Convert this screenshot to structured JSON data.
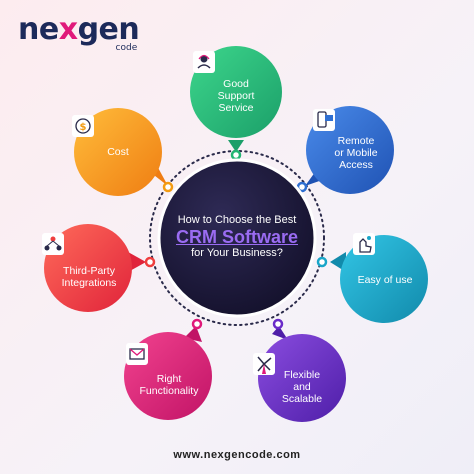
{
  "logo": {
    "main": "nexgen",
    "sub": "code"
  },
  "center": {
    "line1": "How to Choose the Best",
    "line2": "CRM Software",
    "line3": "for Your Business?"
  },
  "nodes": [
    {
      "lines": [
        "Good",
        "Support",
        "Service"
      ],
      "icon": "support-icon",
      "color": "#22b573"
    },
    {
      "lines": [
        "Remote",
        "or Mobile",
        "Access"
      ],
      "icon": "mobile-icon",
      "color": "#2f6fd1"
    },
    {
      "lines": [
        "Easy of use"
      ],
      "icon": "hand-pointer-icon",
      "color": "#1aa6c9"
    },
    {
      "lines": [
        "Flexible",
        "and",
        "Scalable"
      ],
      "icon": "windmill-icon",
      "color": "#6a2bc9"
    },
    {
      "lines": [
        "Right",
        "Functionality"
      ],
      "icon": "email-icon",
      "color": "#e0197a"
    },
    {
      "lines": [
        "Third-Party",
        "Integrations"
      ],
      "icon": "people-network-icon",
      "color": "#ef3e3e"
    },
    {
      "lines": [
        "Cost"
      ],
      "icon": "coin-dollar-icon",
      "color": "#f39c12"
    }
  ],
  "footer": {
    "url": "www.nexgencode.com"
  }
}
